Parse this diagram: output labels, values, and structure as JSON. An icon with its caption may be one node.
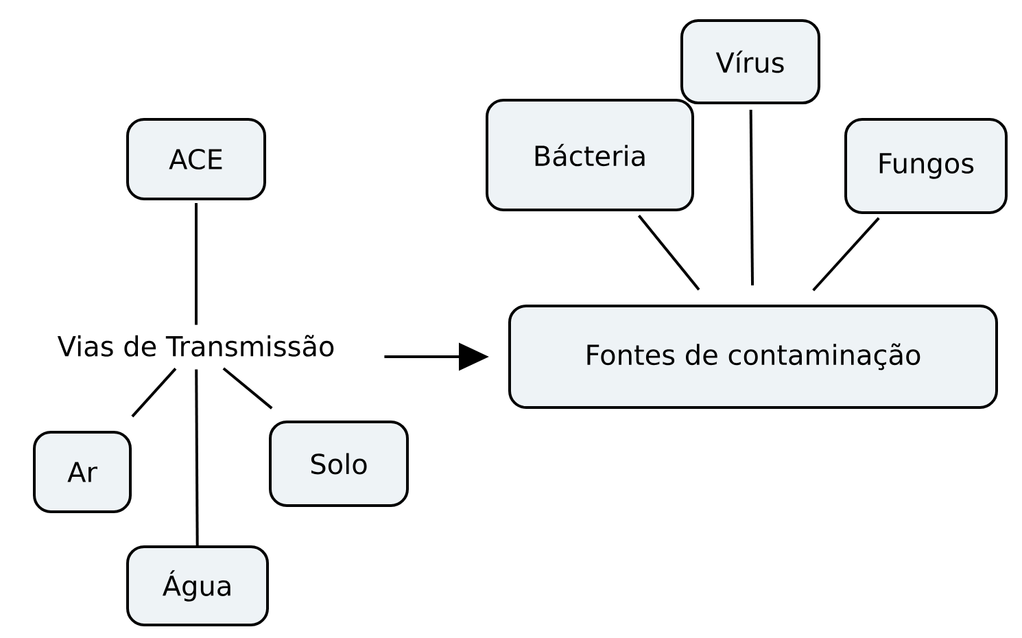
{
  "diagram": {
    "nodes": [
      {
        "text": [
          "ACE"
        ]
      },
      {
        "text": [
          "Vias de Transmissão"
        ]
      },
      {
        "text": [
          "Ar"
        ]
      },
      {
        "text": [
          "Solo"
        ]
      },
      {
        "text": [
          "Água"
        ]
      },
      {
        "text": [
          "Bácteria"
        ]
      },
      {
        "text": [
          "Vírus"
        ]
      },
      {
        "text": [
          "Fungos"
        ]
      },
      {
        "text": [
          "Fontes de contaminação"
        ]
      }
    ],
    "edges": [
      {
        "from": 0,
        "to": 1,
        "arrow": "none"
      },
      {
        "from": 1,
        "to": 8,
        "arrow": "to"
      },
      {
        "from": 1,
        "to": 2,
        "arrow": "none"
      },
      {
        "from": 1,
        "to": 4,
        "arrow": "none"
      },
      {
        "from": 1,
        "to": 3,
        "arrow": "none"
      },
      {
        "from": 5,
        "to": 8,
        "arrow": "none"
      },
      {
        "from": 6,
        "to": 8,
        "arrow": "none"
      },
      {
        "from": 7,
        "to": 8,
        "arrow": "none"
      }
    ]
  }
}
